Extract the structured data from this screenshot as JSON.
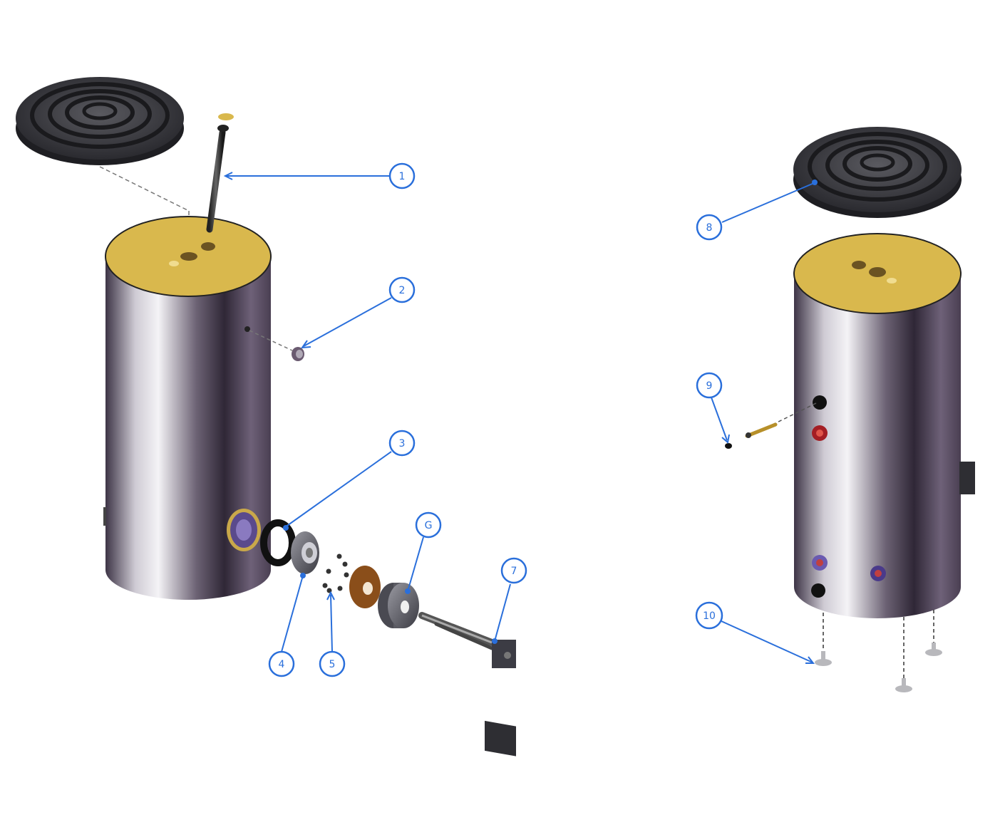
{
  "colors": {
    "callout": "#2a6fdb",
    "insulation": "#d8b64a",
    "shell_dark": "#3a3040",
    "shell_light": "#e8e6ea",
    "rubber": "#2e2e33",
    "background": "#ffffff"
  },
  "callouts": [
    {
      "id": "1",
      "label": "1"
    },
    {
      "id": "2",
      "label": "2"
    },
    {
      "id": "3",
      "label": "3"
    },
    {
      "id": "4",
      "label": "4"
    },
    {
      "id": "5",
      "label": "5"
    },
    {
      "id": "6",
      "label": "G"
    },
    {
      "id": "7",
      "label": "7"
    },
    {
      "id": "8",
      "label": "8"
    },
    {
      "id": "9",
      "label": "9"
    },
    {
      "id": "10",
      "label": "10"
    }
  ],
  "icons": {
    "tank_left": "water-tank-exploded-front",
    "tank_right": "water-tank-exploded-rear",
    "lid": "ribbed-round-lid-icon",
    "anode": "anode-rod-icon",
    "heater": "heating-element-icon",
    "feet": "adjustable-foot-icon"
  }
}
